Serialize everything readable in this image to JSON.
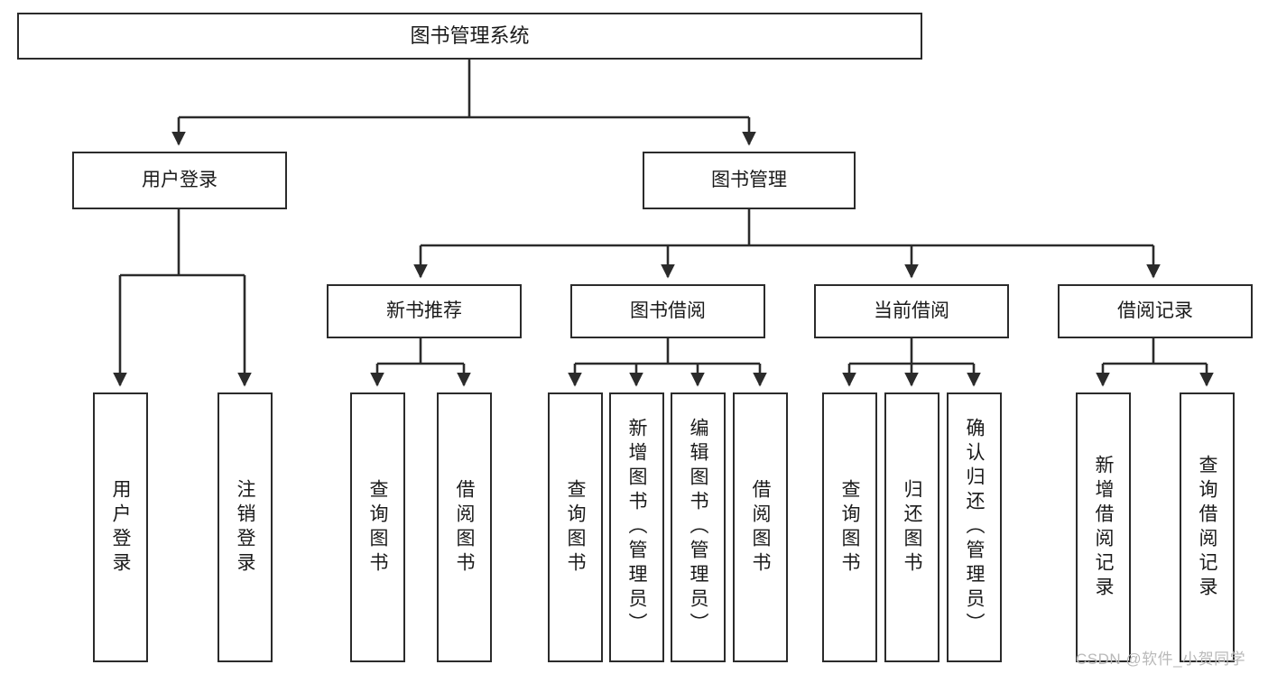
{
  "diagram": {
    "title": "图书管理系统",
    "type": "tree-hierarchy-diagram",
    "root": {
      "label": "图书管理系统"
    },
    "level1": [
      {
        "label": "用户登录"
      },
      {
        "label": "图书管理"
      }
    ],
    "level2": [
      {
        "label": "新书推荐"
      },
      {
        "label": "图书借阅"
      },
      {
        "label": "当前借阅"
      },
      {
        "label": "借阅记录"
      }
    ],
    "leaves": {
      "user_login": [
        {
          "label": "用户登录"
        },
        {
          "label": "注销登录"
        }
      ],
      "new_book_recommend": [
        {
          "label": "查询图书"
        },
        {
          "label": "借阅图书"
        }
      ],
      "book_borrow": [
        {
          "label": "查询图书"
        },
        {
          "label": "新增图书（管理员）"
        },
        {
          "label": "编辑图书（管理员）"
        },
        {
          "label": "借阅图书"
        }
      ],
      "current_borrow": [
        {
          "label": "查询图书"
        },
        {
          "label": "归还图书"
        },
        {
          "label": "确认归还（管理员）"
        }
      ],
      "borrow_record": [
        {
          "label": "新增借阅记录"
        },
        {
          "label": "查询借阅记录"
        }
      ]
    }
  },
  "watermark": {
    "text": "CSDN @软件_小贺同学"
  },
  "colors": {
    "stroke": "#2b2b2b",
    "fill": "#ffffff",
    "text": "#1a1a1a",
    "watermark": "#b9b9b9"
  }
}
